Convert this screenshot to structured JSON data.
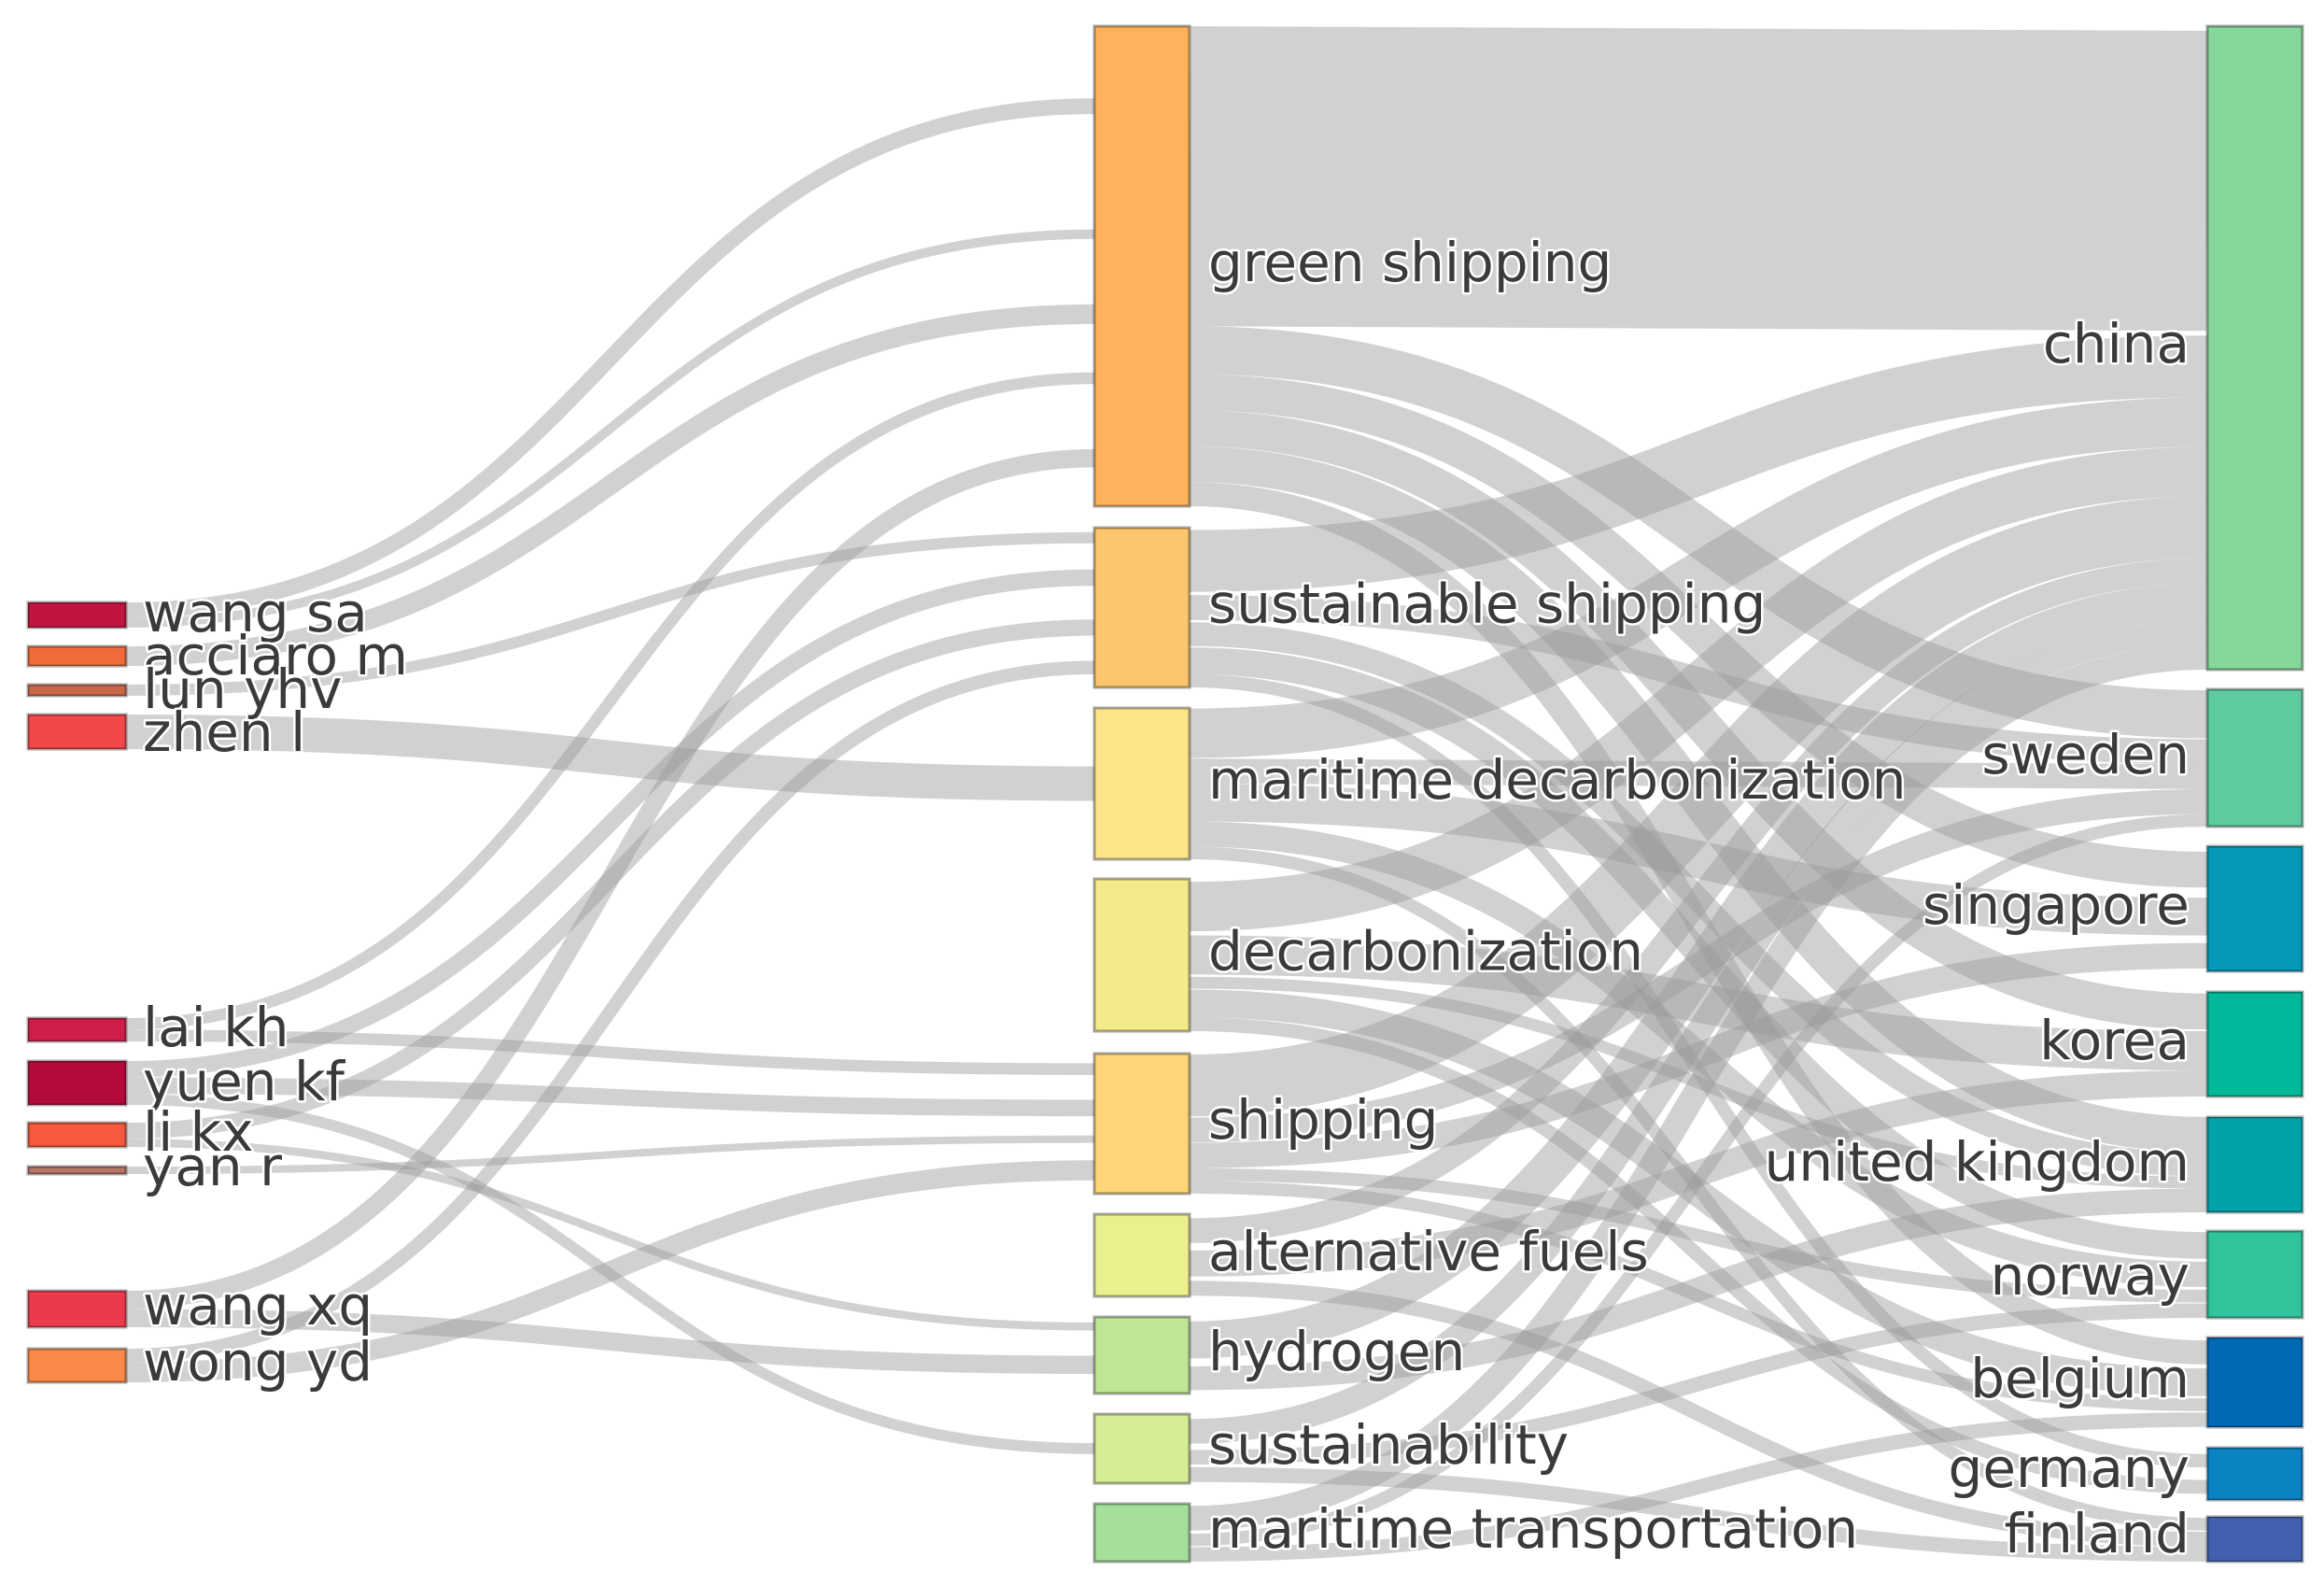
{
  "diagram": {
    "type": "sankey",
    "columns": [
      "authors",
      "keywords",
      "countries"
    ],
    "link_color": "#9a9a9a",
    "authors": [
      {
        "id": "wang_sa",
        "label": "wang sa",
        "color": "#c1143f"
      },
      {
        "id": "acciaro_m",
        "label": "acciaro m",
        "color": "#f16b3a"
      },
      {
        "id": "lun_yhv",
        "label": "lun yhv",
        "color": "#c9694a"
      },
      {
        "id": "zhen_l",
        "label": "zhen l",
        "color": "#f4474a"
      },
      {
        "id": "lai_kh",
        "label": "lai kh",
        "color": "#d01e4a"
      },
      {
        "id": "yuen_kf",
        "label": "yuen kf",
        "color": "#b40a3b"
      },
      {
        "id": "li_kx",
        "label": "li kx",
        "color": "#f65a3c"
      },
      {
        "id": "yan_r",
        "label": "yan r",
        "color": "#b9766a"
      },
      {
        "id": "wang_xq",
        "label": "wang xq",
        "color": "#ec3a4d"
      },
      {
        "id": "wong_yd",
        "label": "wong yd",
        "color": "#fb8a48"
      }
    ],
    "keywords": [
      {
        "id": "green_shipping",
        "label": "green shipping",
        "color": "#fdb25c"
      },
      {
        "id": "sustainable_shipping",
        "label": "sustainable shipping",
        "color": "#fdc56d"
      },
      {
        "id": "maritime_decarbonization",
        "label": "maritime decarbonization",
        "color": "#fde489"
      },
      {
        "id": "decarbonization",
        "label": "decarbonization",
        "color": "#f3ea8b"
      },
      {
        "id": "shipping",
        "label": "shipping",
        "color": "#fdd67a"
      },
      {
        "id": "alternative_fuels",
        "label": "alternative fuels",
        "color": "#ebf08f"
      },
      {
        "id": "hydrogen",
        "label": "hydrogen",
        "color": "#bfe694"
      },
      {
        "id": "sustainability",
        "label": "sustainability",
        "color": "#d6ee93"
      },
      {
        "id": "maritime_transportation",
        "label": "maritime transportation",
        "color": "#a5e09a"
      }
    ],
    "countries": [
      {
        "id": "china",
        "label": "china",
        "color": "#86d79c"
      },
      {
        "id": "sweden",
        "label": "sweden",
        "color": "#5ccb9d"
      },
      {
        "id": "singapore",
        "label": "singapore",
        "color": "#0598b8"
      },
      {
        "id": "korea",
        "label": "korea",
        "color": "#00b99a"
      },
      {
        "id": "united_kingdom",
        "label": "united kingdom",
        "color": "#01a3a8"
      },
      {
        "id": "norway",
        "label": "norway",
        "color": "#2fc49b"
      },
      {
        "id": "belgium",
        "label": "belgium",
        "color": "#0069b5"
      },
      {
        "id": "germany",
        "label": "germany",
        "color": "#0b82c2"
      },
      {
        "id": "finland",
        "label": "finland",
        "color": "#4160ad"
      }
    ],
    "links": [
      {
        "source": "wang_sa",
        "target": "green_shipping",
        "value": 5
      },
      {
        "source": "wang_sa",
        "target": "green_shipping",
        "value": 3
      },
      {
        "source": "acciaro_m",
        "target": "green_shipping",
        "value": 2
      },
      {
        "source": "lun_yhv",
        "target": "sustainable_shipping",
        "value": 1
      },
      {
        "source": "zhen_l",
        "target": "maritime_decarbonization",
        "value": 3
      },
      {
        "source": "lai_kh",
        "target": "green_shipping",
        "value": 2
      },
      {
        "source": "lai_kh",
        "target": "shipping",
        "value": 2
      },
      {
        "source": "yuen_kf",
        "target": "sustainable_shipping",
        "value": 3
      },
      {
        "source": "yuen_kf",
        "target": "shipping",
        "value": 3
      },
      {
        "source": "yuen_kf",
        "target": "sustainability",
        "value": 2
      },
      {
        "source": "li_kx",
        "target": "sustainable_shipping",
        "value": 2
      },
      {
        "source": "li_kx",
        "target": "hydrogen",
        "value": 1
      },
      {
        "source": "yan_r",
        "target": "shipping",
        "value": 1
      },
      {
        "source": "wang_xq",
        "target": "green_shipping",
        "value": 3
      },
      {
        "source": "wang_xq",
        "target": "hydrogen",
        "value": 3
      },
      {
        "source": "wong_yd",
        "target": "shipping",
        "value": 3
      },
      {
        "source": "wong_yd",
        "target": "sustainable_shipping",
        "value": 2
      },
      {
        "source": "green_shipping",
        "target": "china",
        "value": 25
      },
      {
        "source": "green_shipping",
        "target": "sweden",
        "value": 4
      },
      {
        "source": "green_shipping",
        "target": "singapore",
        "value": 3
      },
      {
        "source": "green_shipping",
        "target": "korea",
        "value": 3
      },
      {
        "source": "green_shipping",
        "target": "united_kingdom",
        "value": 3
      },
      {
        "source": "green_shipping",
        "target": "belgium",
        "value": 2
      },
      {
        "source": "sustainable_shipping",
        "target": "china",
        "value": 5
      },
      {
        "source": "sustainable_shipping",
        "target": "sweden",
        "value": 2
      },
      {
        "source": "sustainable_shipping",
        "target": "united_kingdom",
        "value": 2
      },
      {
        "source": "sustainable_shipping",
        "target": "norway",
        "value": 2
      },
      {
        "source": "sustainable_shipping",
        "target": "germany",
        "value": 1
      },
      {
        "source": "maritime_decarbonization",
        "target": "china",
        "value": 4
      },
      {
        "source": "maritime_decarbonization",
        "target": "singapore",
        "value": 3
      },
      {
        "source": "maritime_decarbonization",
        "target": "norway",
        "value": 2
      },
      {
        "source": "maritime_decarbonization",
        "target": "finland",
        "value": 1
      },
      {
        "source": "maritime_decarbonization",
        "target": "sweden",
        "value": 2
      },
      {
        "source": "decarbonization",
        "target": "china",
        "value": 4
      },
      {
        "source": "decarbonization",
        "target": "korea",
        "value": 3
      },
      {
        "source": "decarbonization",
        "target": "belgium",
        "value": 2
      },
      {
        "source": "decarbonization",
        "target": "united_kingdom",
        "value": 1
      },
      {
        "source": "decarbonization",
        "target": "germany",
        "value": 1
      },
      {
        "source": "shipping",
        "target": "china",
        "value": 5
      },
      {
        "source": "shipping",
        "target": "sweden",
        "value": 2
      },
      {
        "source": "shipping",
        "target": "singapore",
        "value": 2
      },
      {
        "source": "shipping",
        "target": "norway",
        "value": 1
      },
      {
        "source": "shipping",
        "target": "belgium",
        "value": 1
      },
      {
        "source": "alternative_fuels",
        "target": "china",
        "value": 2
      },
      {
        "source": "alternative_fuels",
        "target": "korea",
        "value": 2
      },
      {
        "source": "alternative_fuels",
        "target": "finland",
        "value": 1
      },
      {
        "source": "hydrogen",
        "target": "china",
        "value": 3
      },
      {
        "source": "hydrogen",
        "target": "united_kingdom",
        "value": 2
      },
      {
        "source": "sustainability",
        "target": "china",
        "value": 2
      },
      {
        "source": "sustainability",
        "target": "norway",
        "value": 1
      },
      {
        "source": "sustainability",
        "target": "finland",
        "value": 1
      },
      {
        "source": "maritime_transportation",
        "target": "china",
        "value": 2
      },
      {
        "source": "maritime_transportation",
        "target": "sweden",
        "value": 1
      },
      {
        "source": "maritime_transportation",
        "target": "belgium",
        "value": 1
      }
    ]
  }
}
